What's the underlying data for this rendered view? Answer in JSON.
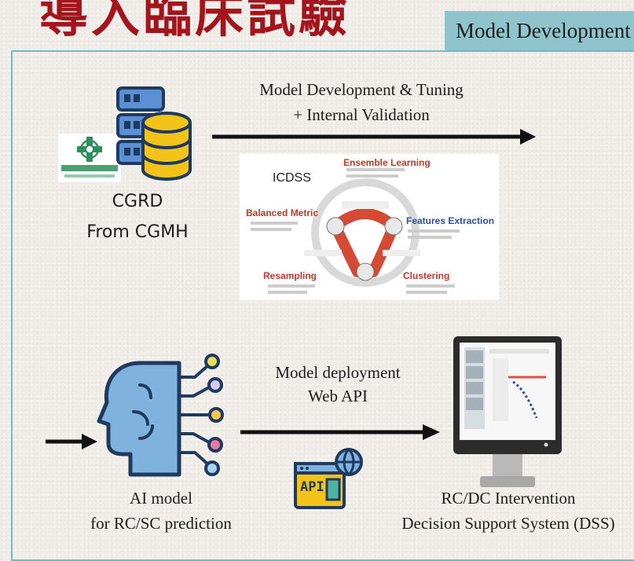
{
  "header": {
    "title": "導入臨床試驗",
    "section_tag": "Model Development"
  },
  "steps": {
    "development_line1": "Model Development & Tuning",
    "development_line2": "+ Internal Validation",
    "source_line1": "CGRD",
    "source_line2": "From CGMH",
    "deployment_line1": "Model deployment",
    "deployment_line2": "Web API",
    "ai_line1": "AI model",
    "ai_line2": "for RC/SC prediction",
    "dss_line1": "RC/DC Intervention",
    "dss_line2": "Decision Support System (DSS)"
  },
  "icdss_figure": {
    "name": "ICDSS",
    "ensemble": "Ensemble Learning",
    "balanced": "Balanced Metric",
    "features": "Features Extraction",
    "resampling": "Resampling",
    "clustering": "Clustering"
  },
  "api_icon_text": "API",
  "colors": {
    "title": "#a4141c",
    "tag_bg": "#8fc4cc",
    "frame": "#6fbcc4",
    "icon_dark": "#1e3a5f",
    "icon_gold": "#f4c31a",
    "figure_red": "#c0392b",
    "figure_blue": "#2c4fa1"
  }
}
